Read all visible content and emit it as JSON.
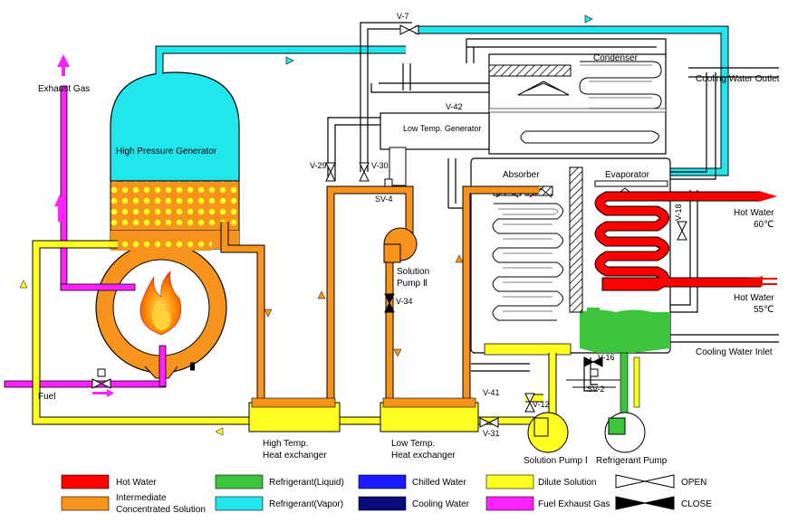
{
  "labels": {
    "exhaust_gas": "Exhaust Gas",
    "hpg": "High Pressure Generator",
    "fuel": "Fuel",
    "condenser": "Condenser",
    "ltg": "Low Temp. Generator",
    "absorber": "Absorber",
    "evaporator": "Evaporator",
    "cooling_out": "Cooling Water Outlet",
    "cooling_in": "Cooling Water Inlet",
    "hot_water_60_label": "Hot Water",
    "hot_water_60_temp": "60℃",
    "hot_water_55_label": "Hot Water",
    "hot_water_55_temp": "55℃",
    "solution_pump2_l1": "Solution",
    "solution_pump2_l2": "Pump Ⅱ",
    "solution_pump1": "Solution Pump Ⅰ",
    "refrigerant_pump": "Refrigerant Pump",
    "hte_l1": "High Temp.",
    "hte_l2": "Heat exchanger",
    "lte_l1": "Low Temp.",
    "lte_l2": "Heat exchanger"
  },
  "valves": {
    "v7": "V-7",
    "v42": "V-42",
    "v29": "V-29",
    "v30": "V-30",
    "sv4": "SV-4",
    "v34": "V-34",
    "v41": "V-41",
    "v12": "V-12",
    "v31": "V-31",
    "v16": "V-16",
    "sv2": "SV-2",
    "v18": "V-18"
  },
  "legend": [
    {
      "label": "Hot Water",
      "color": "#ff0000"
    },
    {
      "label": "Intermediate Concentrated Solution",
      "label_l1": "Intermediate",
      "label_l2": "Concentrated Solution",
      "color": "#f7941d"
    },
    {
      "label": "Refrigerant(Liquid)",
      "color": "#3cc43c"
    },
    {
      "label": "Refrigerant(Vapor)",
      "color": "#22e6ee"
    },
    {
      "label": "Chilled Water",
      "color": "#1a1aff"
    },
    {
      "label": "Cooling Water",
      "color": "#0a0a7a"
    },
    {
      "label": "Dilute Solution",
      "color": "#ffff22"
    },
    {
      "label": "Fuel Exhaust Gas",
      "color": "#ff22ff"
    },
    {
      "label": "OPEN",
      "icon": "open-valve-icon"
    },
    {
      "label": "CLOSE",
      "icon": "closed-valve-icon"
    }
  ],
  "colors": {
    "hot_water": "#ff0000",
    "concentrated": "#f7941d",
    "ref_liquid": "#3cc43c",
    "ref_vapor": "#22e6ee",
    "dilute": "#ffff22",
    "exhaust": "#ff22ff"
  }
}
